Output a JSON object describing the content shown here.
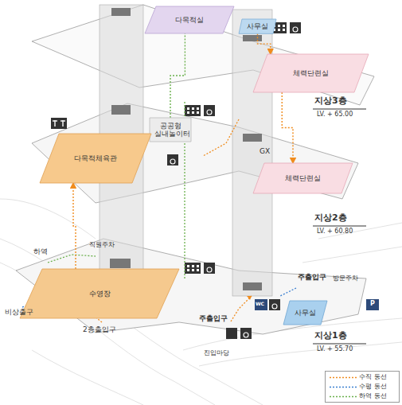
{
  "diagram": {
    "nodes": [
      {
        "text": [
          "다목적실"
        ]
      },
      {
        "text": [
          "사무실"
        ]
      },
      {
        "text": [
          "체력단련실"
        ]
      },
      {
        "text": [
          "공공형 실내놀이터"
        ]
      },
      {
        "text": [
          "다목적체육관"
        ]
      },
      {
        "text": [
          "체력단련실"
        ]
      },
      {
        "text": [
          "수영장"
        ]
      },
      {
        "text": [
          "사무실"
        ]
      }
    ],
    "edges": [
      {
        "from": 1,
        "to": 2,
        "arrow": "to"
      },
      {
        "from": 2,
        "to": 5,
        "arrow": "to"
      },
      {
        "from": 3,
        "to": 0,
        "arrow": "none"
      },
      {
        "from": 6,
        "to": 4,
        "arrow": "to"
      }
    ],
    "labels": [
      "지상3층",
      "LV. + 65.00",
      "지상2층",
      "LV. + 60.80",
      "지상1층",
      "LV. + 55.70",
      "GX",
      "하역",
      "직원주차",
      "비상출구",
      "2층출입구",
      "주출입구",
      "주출입구",
      "방문주차",
      "진입마당",
      "WC",
      "P"
    ],
    "legend": [
      {
        "text": "수직 동선"
      },
      {
        "text": "수평 동선"
      },
      {
        "text": "하역 동선"
      }
    ]
  }
}
